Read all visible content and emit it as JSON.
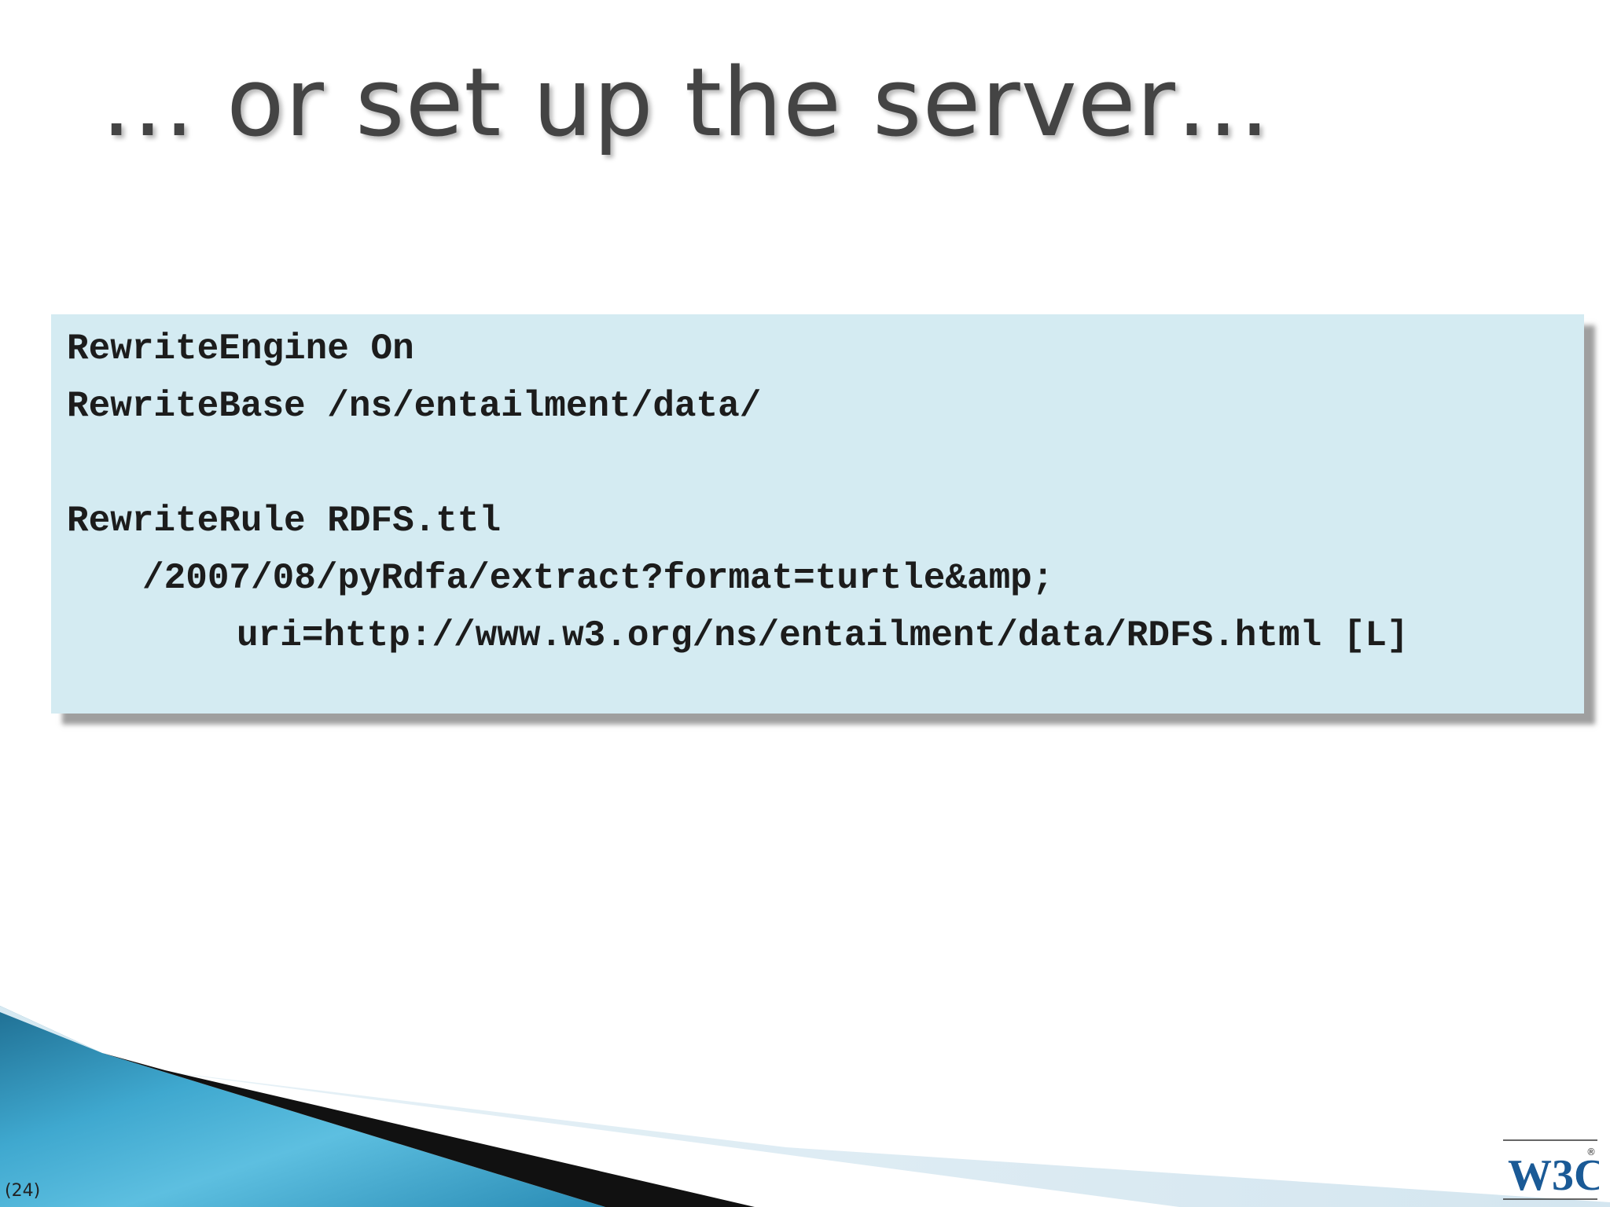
{
  "slide": {
    "title": "… or set up the server…",
    "page_number": "(24)"
  },
  "code": {
    "lines": [
      "RewriteEngine On",
      "RewriteBase /ns/entailment/data/",
      "",
      "RewriteRule RDFS.ttl",
      "/2007/08/pyRdfa/extract?format=turtle&amp;",
      "uri=http://www.w3.org/ns/entailment/data/RDFS.html [L]"
    ]
  },
  "logo": {
    "text": "W3C",
    "mark": "®",
    "icon": "w3c-logo"
  },
  "colors": {
    "code_background": "#d4ebf2",
    "title_text": "#444444",
    "logo_blue": "#1a5a96",
    "footer_teal": "#2a8cb5"
  }
}
